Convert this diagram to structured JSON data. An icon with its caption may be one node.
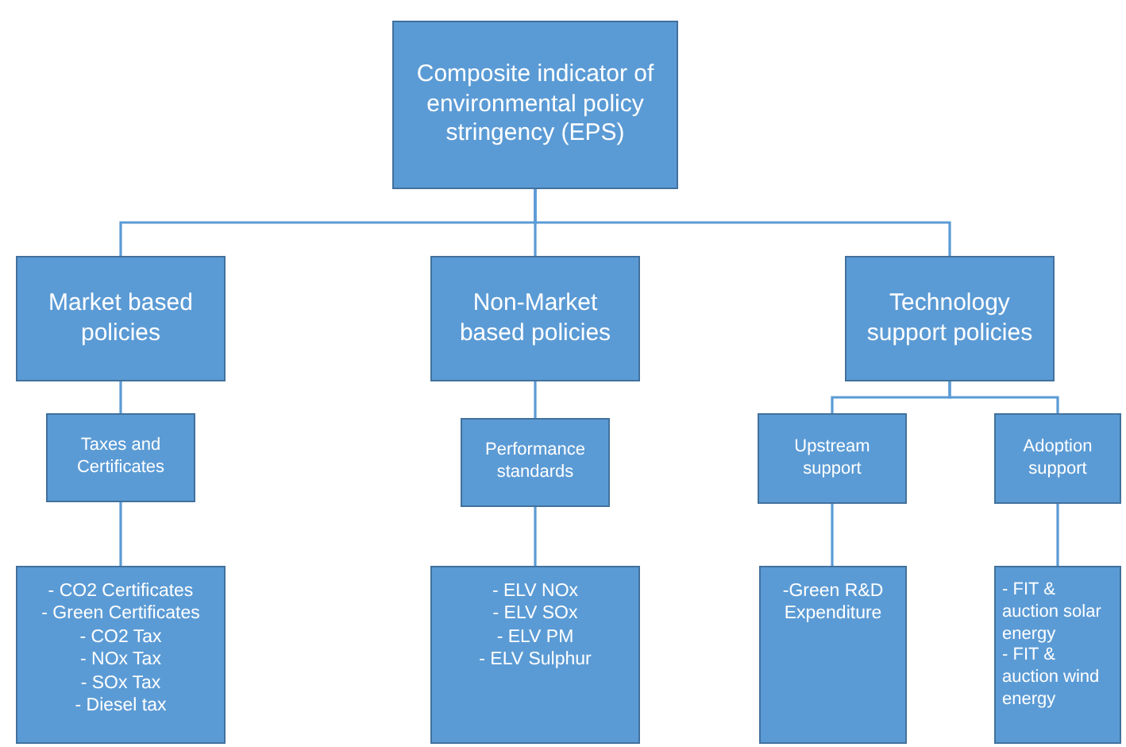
{
  "diagram": {
    "nodes": [
      {
        "text": [
          "Composite indicator of environmental policy stringency (EPS)"
        ]
      },
      {
        "text": [
          "Market based policies"
        ]
      },
      {
        "text": [
          "Non-Market based policies"
        ]
      },
      {
        "text": [
          "Technology support policies"
        ]
      },
      {
        "text": [
          "Taxes and Certificates"
        ]
      },
      {
        "text": [
          "Performance standards"
        ]
      },
      {
        "text": [
          "Upstream support"
        ]
      },
      {
        "text": [
          "Adoption support"
        ]
      },
      {
        "text": [
          "- CO2 Certificates",
          "- Green Certificates",
          "- CO2 Tax",
          "- NOx Tax",
          "- SOx Tax",
          "- Diesel tax"
        ]
      },
      {
        "text": [
          "- ELV NOx",
          "- ELV SOx",
          "- ELV PM",
          "- ELV Sulphur"
        ]
      },
      {
        "text": [
          "-Green R&D Expenditure"
        ]
      },
      {
        "text": [
          "- FIT & auction solar energy",
          "- FIT & auction wind energy"
        ]
      }
    ],
    "edges": [
      {
        "from": 0,
        "to": 1,
        "arrow": "none"
      },
      {
        "from": 0,
        "to": 2,
        "arrow": "none"
      },
      {
        "from": 0,
        "to": 3,
        "arrow": "none"
      },
      {
        "from": 1,
        "to": 4,
        "arrow": "none"
      },
      {
        "from": 4,
        "to": 8,
        "arrow": "none"
      },
      {
        "from": 2,
        "to": 5,
        "arrow": "none"
      },
      {
        "from": 5,
        "to": 9,
        "arrow": "none"
      },
      {
        "from": 3,
        "to": 6,
        "arrow": "none"
      },
      {
        "from": 3,
        "to": 7,
        "arrow": "none"
      },
      {
        "from": 6,
        "to": 10,
        "arrow": "none"
      },
      {
        "from": 7,
        "to": 11,
        "arrow": "none"
      }
    ]
  }
}
